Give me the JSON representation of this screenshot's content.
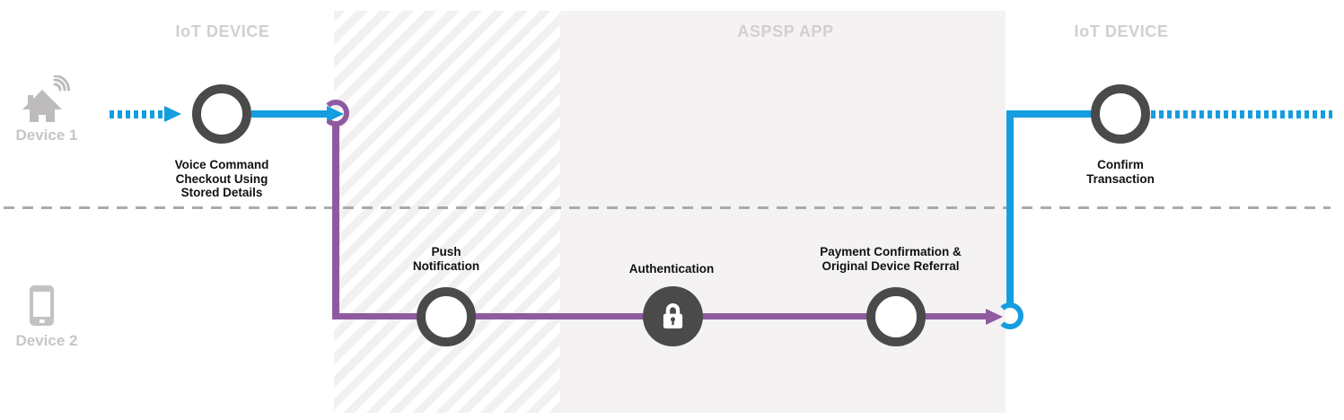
{
  "diagram": {
    "zones": [
      {
        "id": "iot-device-left",
        "label": "IoT DEVICE"
      },
      {
        "id": "aspsp-app",
        "label": "ASPSP APP"
      },
      {
        "id": "iot-device-right",
        "label": "IoT DEVICE"
      }
    ],
    "devices": [
      {
        "id": "device-1",
        "label": "Device 1",
        "icon": "home-wifi-icon"
      },
      {
        "id": "device-2",
        "label": "Device 2",
        "icon": "smartphone-icon"
      }
    ],
    "nodes": [
      {
        "id": "voice-command",
        "lines": [
          "Voice Command",
          "Checkout Using",
          "Stored Details"
        ]
      },
      {
        "id": "push-notification",
        "lines": [
          "Push",
          "Notification"
        ]
      },
      {
        "id": "authentication",
        "lines": [
          "Authentication"
        ],
        "icon": "lock-icon"
      },
      {
        "id": "payment-confirmation",
        "lines": [
          "Payment Confirmation &",
          "Original Device Referral"
        ]
      },
      {
        "id": "confirm-transaction",
        "lines": [
          "Confirm",
          "Transaction"
        ]
      }
    ],
    "colors": {
      "flow_blue": "#149DDF",
      "flow_purple": "#8F5AA0",
      "node_dark": "#4A4A4A",
      "zone_fill": "#F5F2F4",
      "muted_label": "#D1CFD0",
      "separator": "#ABABAB"
    }
  }
}
